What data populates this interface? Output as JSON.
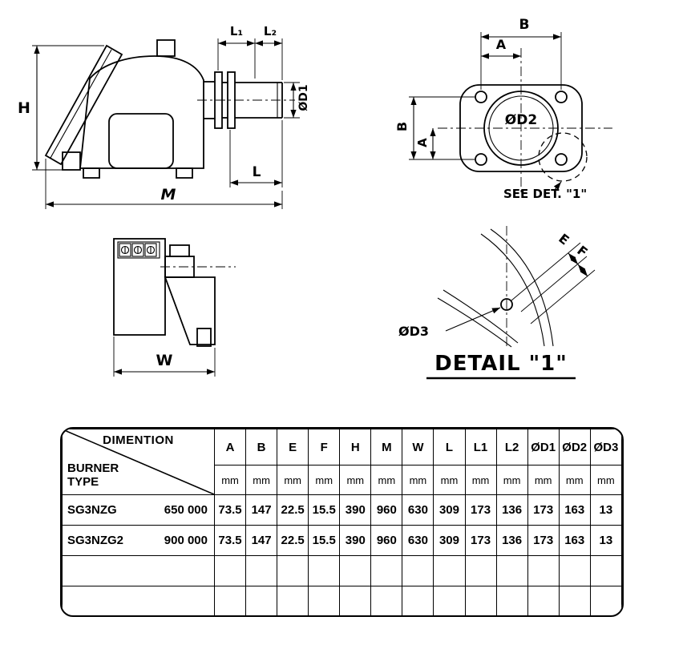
{
  "drawing": {
    "side_view": {
      "dim_h": "H",
      "dim_l1": "L₁",
      "dim_l2": "L₂",
      "dim_d1": "ØD1",
      "dim_l": "L",
      "dim_m": "M"
    },
    "flange_view": {
      "dim_b_top": "B",
      "dim_a_top": "A",
      "dim_d2": "ØD2",
      "dim_b_left": "B",
      "dim_a_left": "A",
      "see_detail_note": "SEE DET. \"1\""
    },
    "front_view": {
      "dim_w": "W"
    },
    "detail_view": {
      "dim_e": "E",
      "dim_f": "F",
      "dim_d3": "ØD3",
      "title": "DETAIL \"1\""
    }
  },
  "table": {
    "corner": {
      "top_label": "DIMENTION",
      "bottom_label_line1": "BURNER",
      "bottom_label_line2": "TYPE"
    },
    "unit": "mm",
    "columns": [
      "A",
      "B",
      "E",
      "F",
      "H",
      "M",
      "W",
      "L",
      "L1",
      "L2",
      "ØD1",
      "ØD2",
      "ØD3"
    ],
    "rows": [
      {
        "burner_type": "SG3NZG",
        "capacity": "650 000",
        "values": [
          "73.5",
          "147",
          "22.5",
          "15.5",
          "390",
          "960",
          "630",
          "309",
          "173",
          "136",
          "173",
          "163",
          "13"
        ]
      },
      {
        "burner_type": "SG3NZG2",
        "capacity": "900 000",
        "values": [
          "73.5",
          "147",
          "22.5",
          "15.5",
          "390",
          "960",
          "630",
          "309",
          "173",
          "136",
          "173",
          "163",
          "13"
        ]
      }
    ],
    "empty_rows": 2
  }
}
